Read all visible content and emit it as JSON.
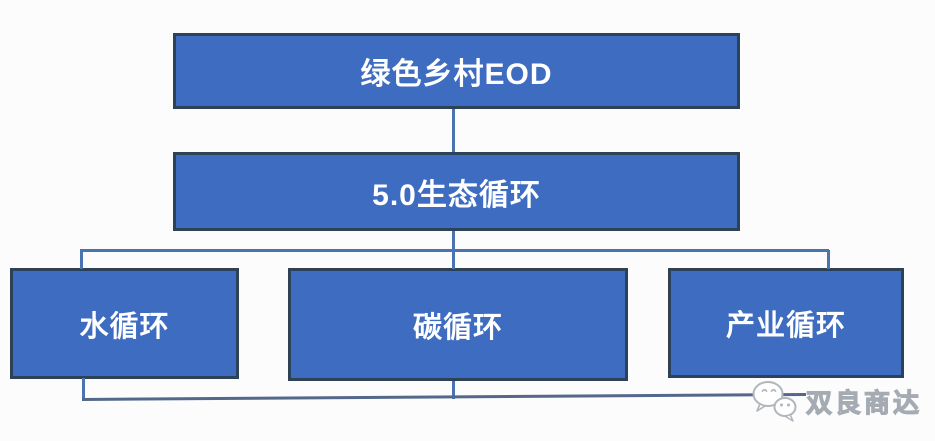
{
  "diagram": {
    "root": {
      "label": "绿色乡村EOD"
    },
    "level2": {
      "label": "5.0生态循环"
    },
    "level3": [
      {
        "id": "water",
        "label": "水循环"
      },
      {
        "id": "carbon",
        "label": "碳循环"
      },
      {
        "id": "industry",
        "label": "产业循环"
      }
    ],
    "colors": {
      "node_fill": "#3e6cc0",
      "node_border": "#2e4257",
      "node_text": "#ffffff",
      "connector": "#4a74b0",
      "bottom_line": "#53688a",
      "background": "#fcfcfd",
      "watermark_gray": "#a5abb2"
    }
  },
  "watermark": {
    "icon": "wechat-icon",
    "label": "双良商达"
  }
}
